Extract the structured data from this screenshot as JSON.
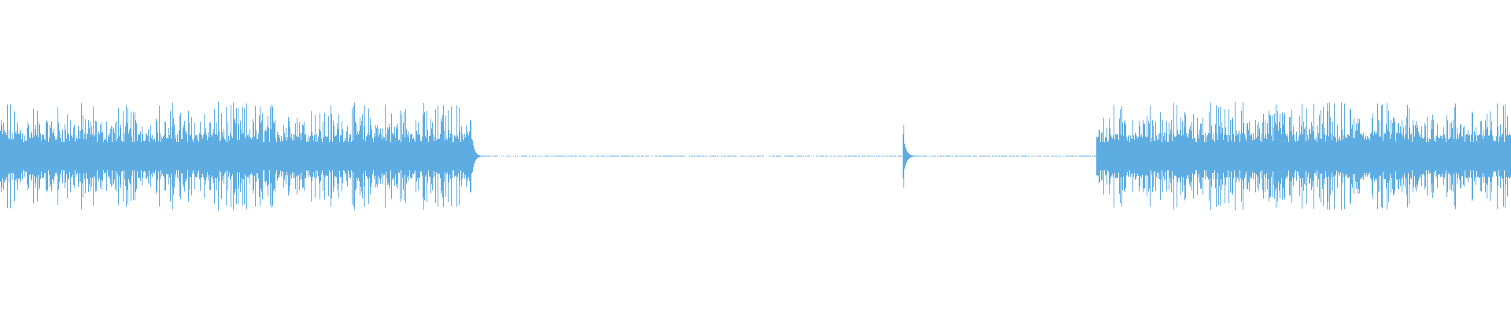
{
  "waveform": {
    "color": "#5dade2",
    "background": "#ffffff",
    "regions": [
      {
        "kind": "sound",
        "start": 0.0,
        "end": 0.3125,
        "level": 0.55
      },
      {
        "kind": "silence",
        "start": 0.3125,
        "end": 0.5975
      },
      {
        "kind": "click",
        "start": 0.5975,
        "end": 0.601,
        "level": 0.4
      },
      {
        "kind": "silence",
        "start": 0.601,
        "end": 0.7255
      },
      {
        "kind": "sound",
        "start": 0.7255,
        "end": 1.0,
        "level": 0.55
      }
    ]
  }
}
